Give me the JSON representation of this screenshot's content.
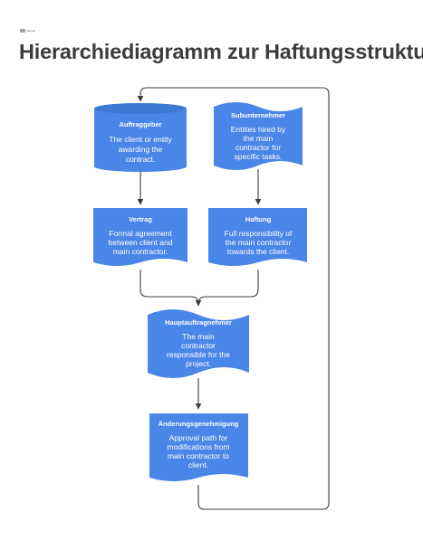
{
  "title": "Hierarchiediagramm zur Haftungsstruktur",
  "logo_text": "Zenoch",
  "colors": {
    "node": "#4a86e8",
    "edge": "#3d3d3d",
    "title": "#3c3c3c"
  },
  "nodes": [
    {
      "id": "auftraggeber",
      "shape": "cylinder",
      "title": "Auftraggeber",
      "desc": [
        "The client or entity",
        "awarding the",
        "contract."
      ]
    },
    {
      "id": "subunternehmer",
      "shape": "wave",
      "title": "Subunternehmer",
      "desc": [
        "Entities hired by",
        "the main",
        "contractor for",
        "specific tasks."
      ]
    },
    {
      "id": "vertrag",
      "shape": "document",
      "title": "Vertrag",
      "desc": [
        "Formal agreement",
        "between client and",
        "main contractor."
      ]
    },
    {
      "id": "haftung",
      "shape": "document",
      "title": "Haftung",
      "desc": [
        "Full responsibility of",
        "the main contractor",
        "towards the client."
      ]
    },
    {
      "id": "hauptauftragnehmer",
      "shape": "wave",
      "title": "Hauptauftragnehmer",
      "desc": [
        "The main",
        "contractor",
        "responsible for the",
        "project."
      ]
    },
    {
      "id": "aenderungsgenehmigung",
      "shape": "document",
      "title": "Änderungsgenehmigung",
      "desc": [
        "Approval path for",
        "modifications from",
        "main contractor to",
        "client."
      ]
    }
  ],
  "edges": [
    {
      "from": "auftraggeber",
      "to": "vertrag"
    },
    {
      "from": "subunternehmer",
      "to": "haftung"
    },
    {
      "from": "vertrag",
      "to": "hauptauftragnehmer"
    },
    {
      "from": "haftung",
      "to": "hauptauftragnehmer"
    },
    {
      "from": "hauptauftragnehmer",
      "to": "aenderungsgenehmigung"
    },
    {
      "from": "aenderungsgenehmigung",
      "to": "auftraggeber"
    }
  ]
}
